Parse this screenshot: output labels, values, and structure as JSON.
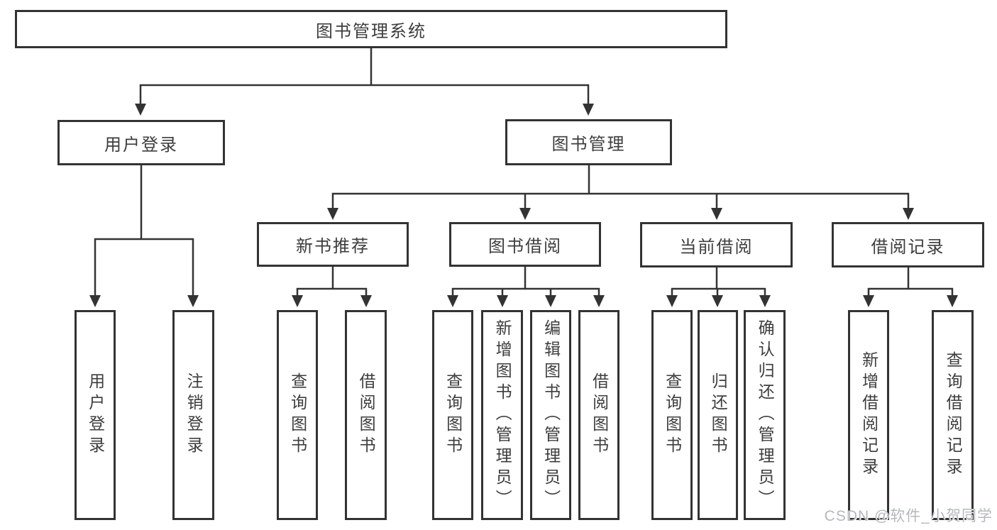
{
  "diagram": {
    "root": {
      "label": "图书管理系统"
    },
    "branches": [
      {
        "label": "用户登录",
        "children": [
          "用户登录",
          "注销登录"
        ]
      },
      {
        "label": "图书管理",
        "modules": [
          {
            "label": "新书推荐",
            "children": [
              "查询图书",
              "借阅图书"
            ]
          },
          {
            "label": "图书借阅",
            "children": [
              "查询图书",
              "新增图书（管理员）",
              "编辑图书（管理员）",
              "借阅图书"
            ]
          },
          {
            "label": "当前借阅",
            "children": [
              "查询图书",
              "归还图书",
              "确认归还（管理员）"
            ]
          },
          {
            "label": "借阅记录",
            "children": [
              "新增借阅记录",
              "查询借阅记录"
            ]
          }
        ]
      }
    ]
  },
  "watermark": {
    "text": "CSDN @软件_小贺同学"
  },
  "colors": {
    "line": "#333333",
    "text": "#3d3d3d",
    "background": "#ffffff",
    "watermark": "#b5b8bc"
  }
}
